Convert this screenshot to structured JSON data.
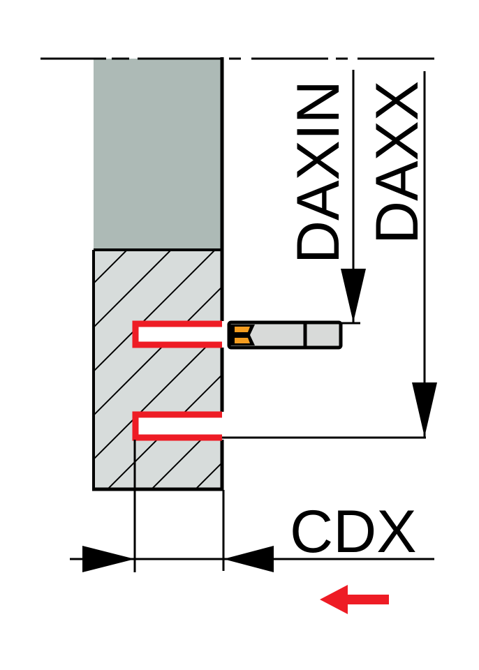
{
  "diagram": {
    "type": "machining-groove-parameters",
    "labels": {
      "daxin": "DAXIN",
      "daxx": "DAXX",
      "cdx": "CDX"
    },
    "colors": {
      "background": "#ffffff",
      "line": "#000000",
      "workpiece_top": "#a9b6b2",
      "workpiece_section": "#d7dcdb",
      "groove_outline": "#ee1c25",
      "tool_insert": "#f39c1f",
      "tool_body": "#d8dad9",
      "direction_arrow": "#ee1c25"
    },
    "elements": [
      "reference-axis-dashed",
      "workpiece-unsectioned",
      "workpiece-hatched-section",
      "groove-1",
      "groove-2",
      "grooving-tool",
      "dimension-daxin",
      "dimension-daxx",
      "dimension-cdx",
      "feed-direction-arrow"
    ]
  }
}
